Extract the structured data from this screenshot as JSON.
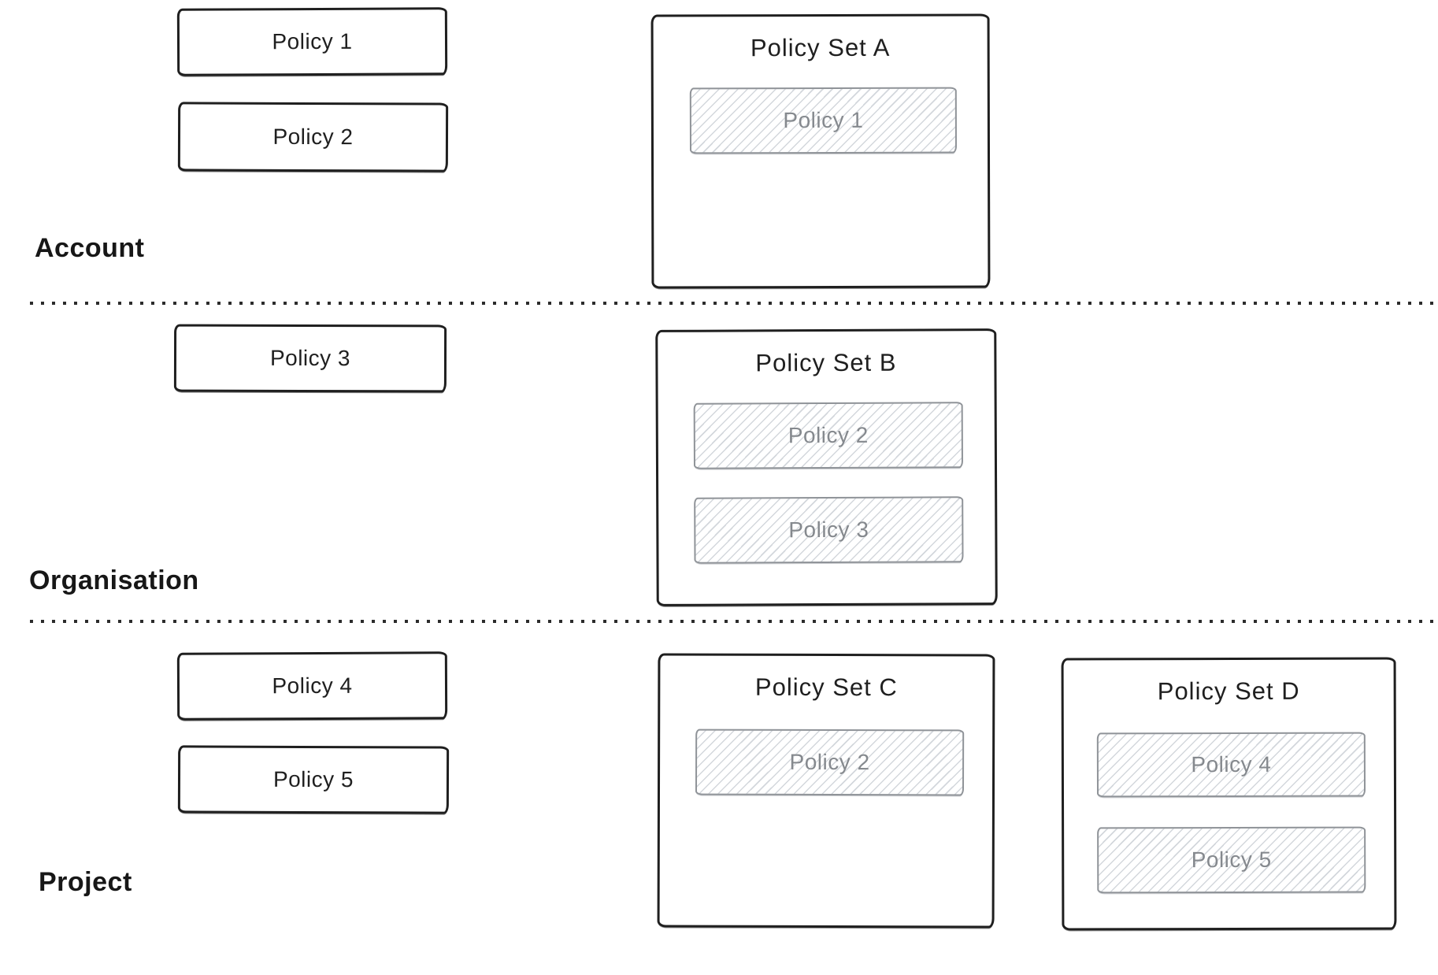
{
  "sections": [
    {
      "label": "Account",
      "policies": [
        {
          "label": "Policy 1"
        },
        {
          "label": "Policy 2"
        }
      ],
      "policy_sets": [
        {
          "title": "Policy Set A",
          "members": [
            {
              "label": "Policy 1"
            }
          ]
        }
      ]
    },
    {
      "label": "Organisation",
      "policies": [
        {
          "label": "Policy 3"
        }
      ],
      "policy_sets": [
        {
          "title": "Policy Set B",
          "members": [
            {
              "label": "Policy 2"
            },
            {
              "label": "Policy 3"
            }
          ]
        }
      ]
    },
    {
      "label": "Project",
      "policies": [
        {
          "label": "Policy 4"
        },
        {
          "label": "Policy 5"
        }
      ],
      "policy_sets": [
        {
          "title": "Policy Set C",
          "members": [
            {
              "label": "Policy 2"
            }
          ]
        },
        {
          "title": "Policy Set D",
          "members": [
            {
              "label": "Policy 4"
            },
            {
              "label": "Policy 5"
            }
          ]
        }
      ]
    }
  ],
  "style": {
    "ink_color": "#1f1f1f",
    "muted_border_color": "#8f9398",
    "muted_text_color": "#85898e",
    "hatch_line_color": "#d3d7dc",
    "divider_dot_color": "#2c2c2c",
    "background_color": "#ffffff"
  }
}
